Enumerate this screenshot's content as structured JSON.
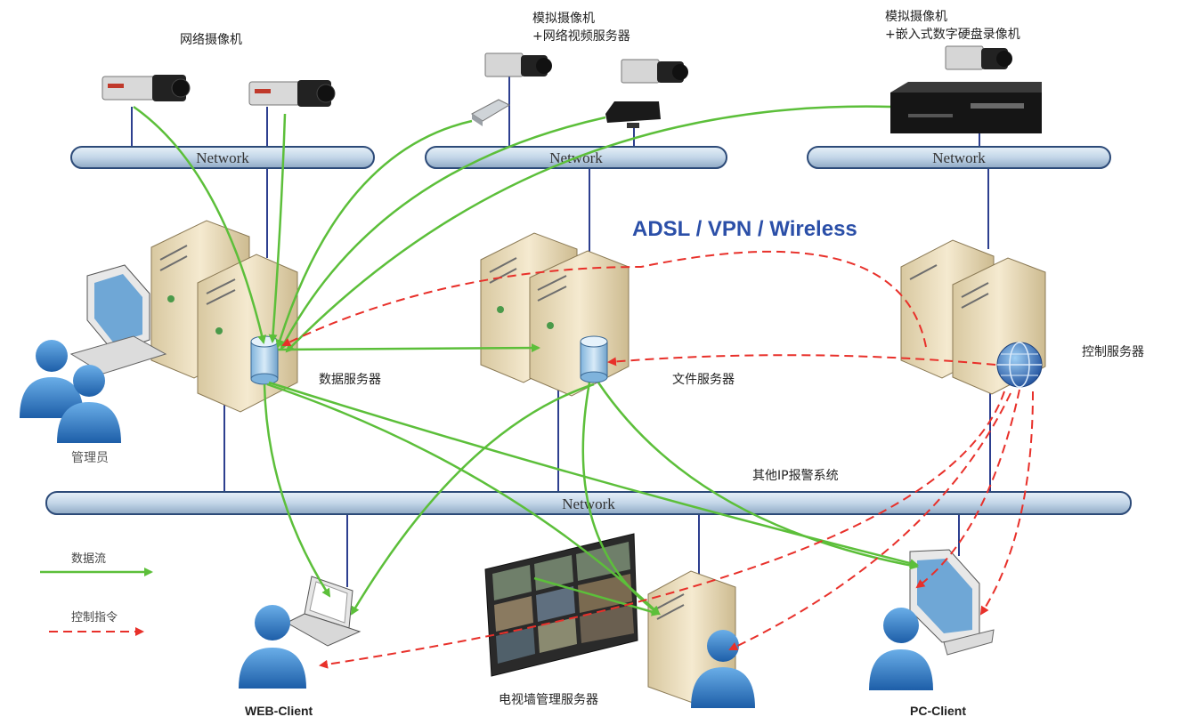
{
  "labels": {
    "ip_camera_title": "网络摄像机",
    "analog_camera_1_line1": "模拟摄像机",
    "analog_camera_1_line2": "+网络视频服务器",
    "analog_camera_2_line1": "模拟摄像机",
    "analog_camera_2_line2": "+嵌入式数字硬盘录像机",
    "network_label": "Network",
    "wan_label": "ADSL / VPN / Wireless",
    "data_server": "数据服务器",
    "file_server": "文件服务器",
    "control_server": "控制服务器",
    "admin": "管理员",
    "other_alarm": "其他IP报警系统",
    "tv_wall_server": "电视墙管理服务器",
    "web_client": "WEB-Client",
    "pc_client": "PC-Client"
  },
  "legend": {
    "data_flow": "数据流",
    "control_cmd": "控制指令"
  },
  "colors": {
    "data_flow": "#5cbf3a",
    "control_cmd": "#e8302a",
    "network_pipe": "#c9dbea",
    "network_border": "#2c4a78",
    "wire": "#2d3f8f",
    "wan_text": "#2b4fa8",
    "person": "#2f77c4",
    "server_body": "#efe2c0"
  },
  "icons": [
    "ip-camera-icon",
    "analog-camera-icon",
    "video-server-icon",
    "dvr-icon",
    "server-icon",
    "database-icon",
    "globe-icon",
    "person-icon",
    "computer-icon",
    "laptop-icon",
    "video-wall-icon",
    "monitor-icon"
  ]
}
